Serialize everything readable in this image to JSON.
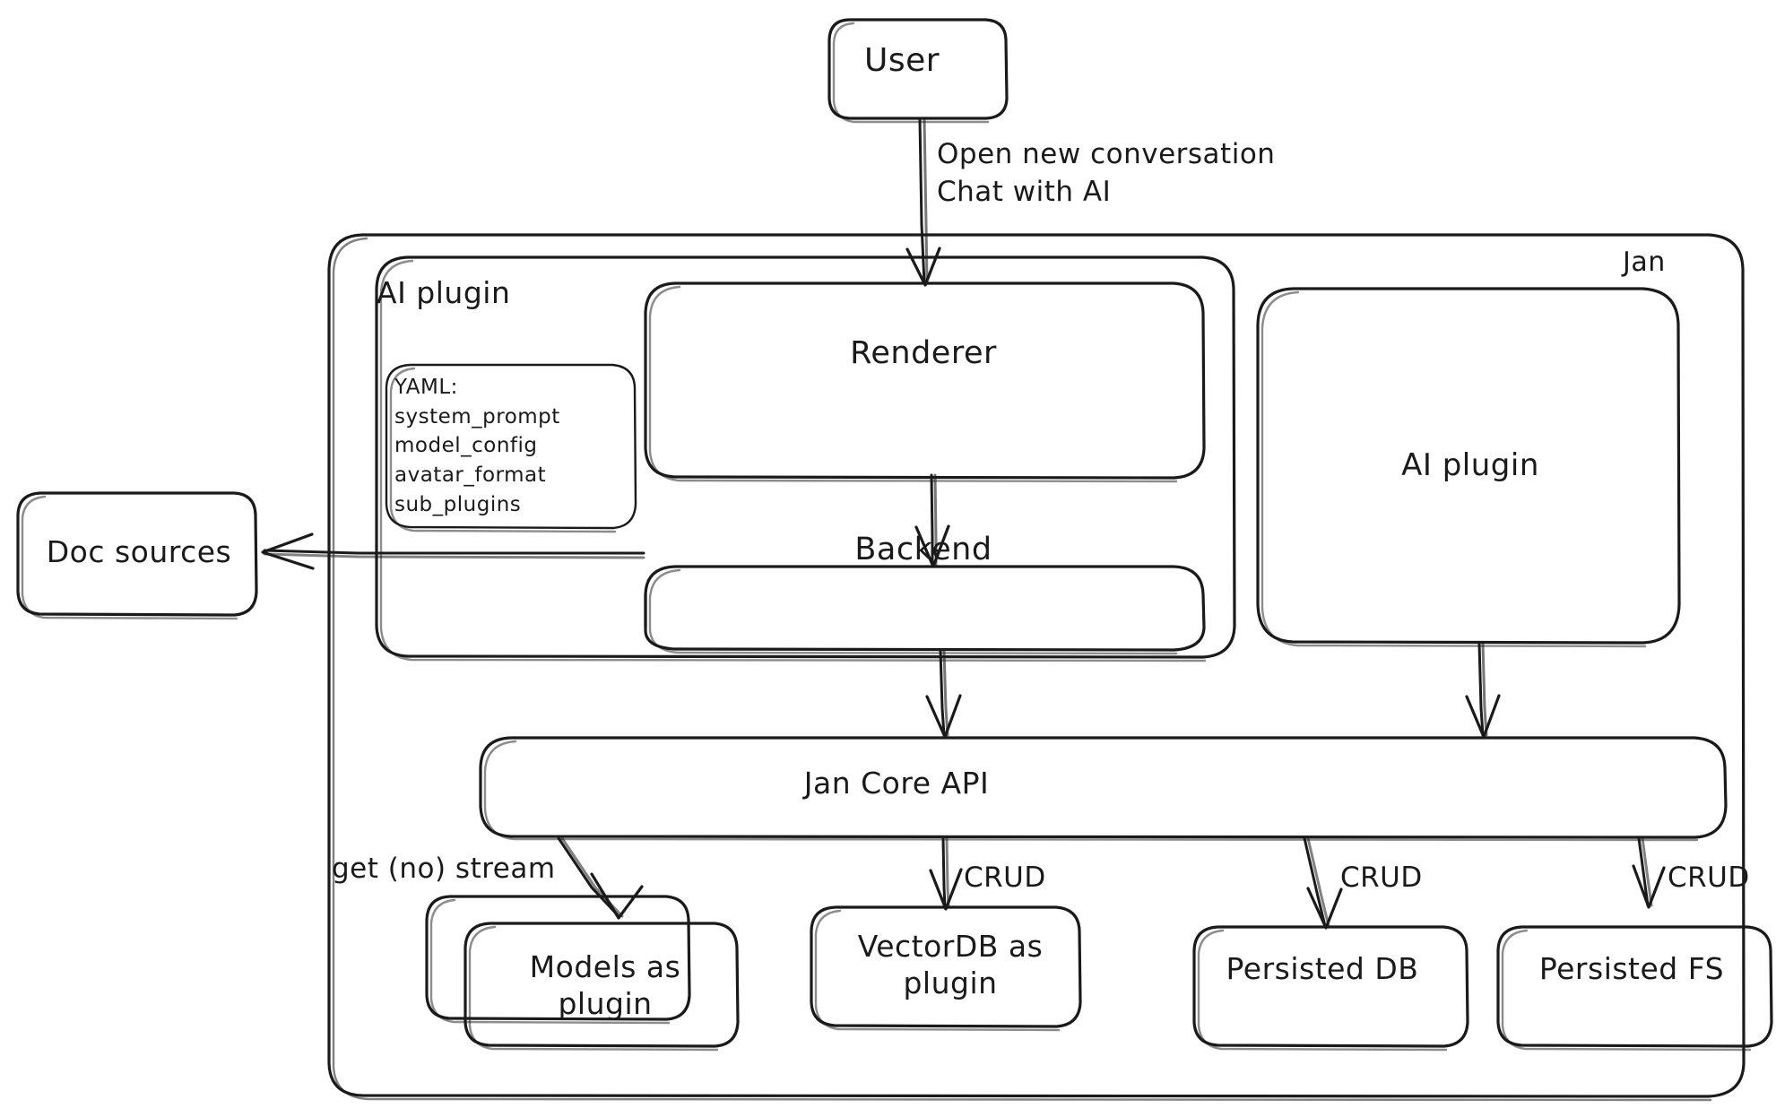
{
  "diagram": {
    "title_node": "User",
    "container": {
      "label": "Jan",
      "inner_group_label": "AI plugin"
    },
    "nodes": [
      {
        "id": "user",
        "label": "User"
      },
      {
        "id": "renderer",
        "label": "Renderer"
      },
      {
        "id": "backend",
        "label": "Backend"
      },
      {
        "id": "ai-plugin-box",
        "label": "AI plugin"
      },
      {
        "id": "doc-sources",
        "label": "Doc sources"
      },
      {
        "id": "jan-core-api",
        "label": "Jan Core API"
      },
      {
        "id": "models-as-plugin",
        "label": "Models as\nplugin"
      },
      {
        "id": "vectordb-as-plugin",
        "label": "VectorDB as\nplugin"
      },
      {
        "id": "persisted-db",
        "label": "Persisted DB"
      },
      {
        "id": "persisted-fs",
        "label": "Persisted FS"
      }
    ],
    "yaml_note": {
      "header": "YAML:",
      "items": [
        "system_prompt",
        "model_config",
        "avatar_format",
        "sub_plugins"
      ],
      "text": "YAML:\nsystem_prompt\nmodel_config\navatar_format\nsub_plugins"
    },
    "edge_labels": {
      "user_to_renderer": "Open new conversation\nChat with AI",
      "core_to_models": "get (no) stream",
      "core_to_vectordb": "CRUD",
      "core_to_persisted_db": "CRUD",
      "core_to_persisted_fs": "CRUD"
    },
    "colors": {
      "stroke": "#1a1a1a",
      "background": "#ffffff",
      "text": "#1a1a1a"
    }
  }
}
